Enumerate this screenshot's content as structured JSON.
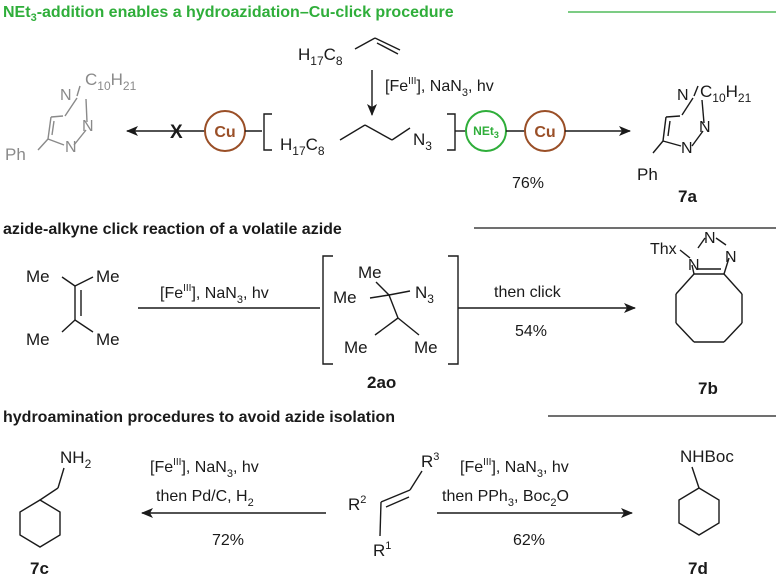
{
  "colors": {
    "green": "#2fae3a",
    "brown": "#9a4f27",
    "gray": "#8a8a8a",
    "black": "#1a1a1a"
  },
  "section1": {
    "title_pre": "NEt",
    "title_sub": "3",
    "title_post": "-addition enables a hydroazidation–Cu-click procedure",
    "alkene_prefix": "H",
    "alkene_h_sub": "17",
    "alkene_c": "C",
    "alkene_c_sub": "8",
    "conditions_pre": "[Fe",
    "conditions_sup": "III",
    "conditions_post": "], NaN",
    "conditions_sub": "3",
    "conditions_tail": ", hv",
    "azide_h": "H",
    "azide_h_sub": "17",
    "azide_c": "C",
    "azide_c_sub": "8",
    "azide_n": "N",
    "azide_n_sub": "3",
    "cu_label": "Cu",
    "net3_pre": "NEt",
    "net3_sub": "3",
    "cross_mark": "X",
    "yield": "76%",
    "product_label": "7a",
    "triazole_subst": "C",
    "triazole_subst_sub": "10",
    "triazole_subst_h": "H",
    "triazole_subst_h_sub": "21",
    "ph": "Ph",
    "n_atom": "N"
  },
  "section2": {
    "title": "azide-alkyne click reaction of a volatile azide",
    "me": "Me",
    "conditions_pre": "[Fe",
    "conditions_sup": "III",
    "conditions_post": "], NaN",
    "conditions_sub": "3",
    "conditions_tail": ", hv",
    "azide_n": "N",
    "azide_n_sub": "3",
    "intermediate_label": "2ao",
    "then_click": "then click",
    "yield": "54%",
    "product_label": "7b",
    "thx": "Thx",
    "n_atom": "N"
  },
  "section3": {
    "title": "hydroamination procedures to avoid azide isolation",
    "nh2": "NH",
    "nh2_sub": "2",
    "left_conditions_pre": "[Fe",
    "left_conditions_sup": "III",
    "left_conditions_post": "], NaN",
    "left_conditions_sub": "3",
    "left_conditions_tail": ", hv",
    "left_then": "then Pd/C, H",
    "left_then_sub": "2",
    "left_yield": "72%",
    "left_product": "7c",
    "r1": "R",
    "r1_sup": "1",
    "r2": "R",
    "r2_sup": "2",
    "r3": "R",
    "r3_sup": "3",
    "right_conditions_pre": "[Fe",
    "right_conditions_sup": "III",
    "right_conditions_post": "], NaN",
    "right_conditions_sub": "3",
    "right_conditions_tail": ", hv",
    "right_then": "then PPh",
    "right_then_sub": "3",
    "right_then_mid": ", Boc",
    "right_then_sub2": "2",
    "right_then_tail": "O",
    "right_yield": "62%",
    "right_product": "7d",
    "nhboc": "NHBoc"
  }
}
